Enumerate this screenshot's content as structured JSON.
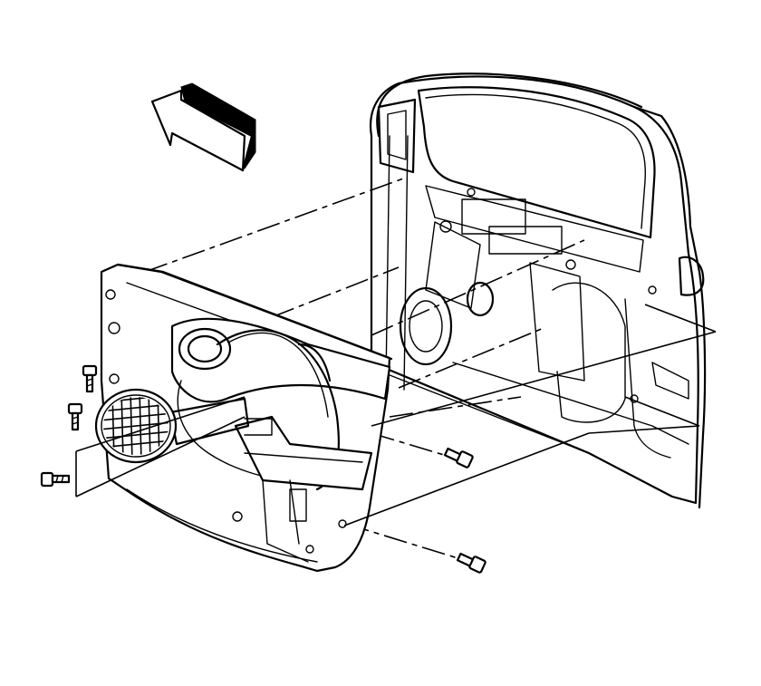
{
  "figure": {
    "caption": "",
    "ink_color": "#000000",
    "background_color": "#ffffff",
    "orientation_arrow": "front-of-vehicle-arrow"
  },
  "parts": [
    {
      "id": "door-frame",
      "name": ""
    },
    {
      "id": "door-trim-panel",
      "name": ""
    },
    {
      "id": "speaker-grille",
      "name": ""
    },
    {
      "id": "trim-screw-upper",
      "name": ""
    },
    {
      "id": "trim-screw-middle",
      "name": ""
    },
    {
      "id": "trim-screw-lower",
      "name": ""
    },
    {
      "id": "trim-screw-inner",
      "name": ""
    },
    {
      "id": "trim-screw-bottom",
      "name": ""
    }
  ]
}
